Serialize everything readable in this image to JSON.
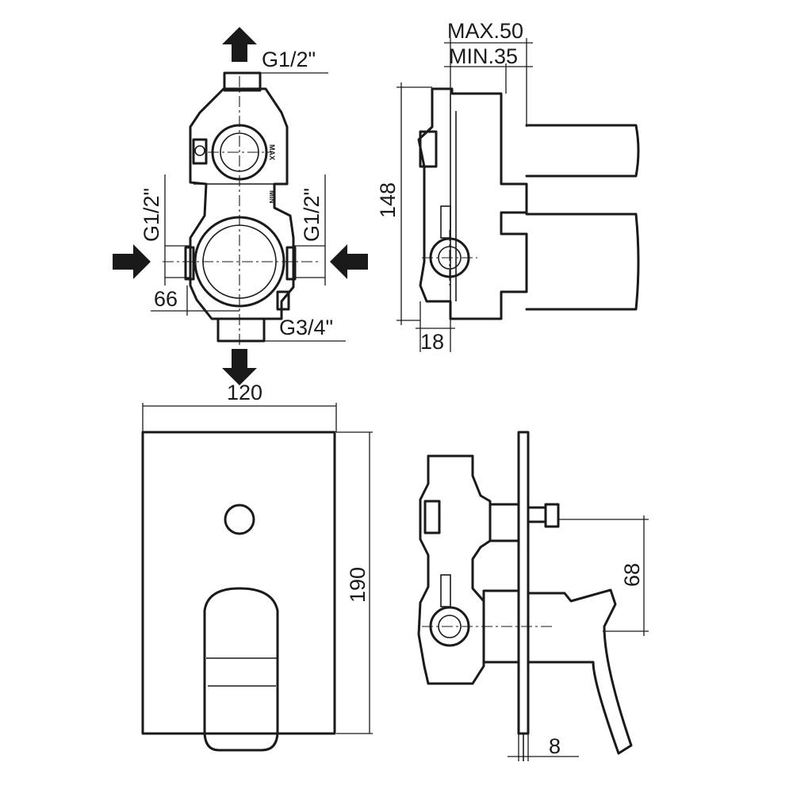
{
  "labels": {
    "top_outlet": "G1/2\"",
    "left_inlet": "G1/2\"",
    "right_inlet": "G1/2\"",
    "bottom_outlet": "G3/4\"",
    "width_66": "66",
    "max_depth": "MAX.50",
    "min_depth": "MIN.35",
    "height_148": "148",
    "depth_18": "18",
    "width_120": "120",
    "height_190": "190",
    "offset_68": "68",
    "plate_8": "8",
    "mark_max": "MAX",
    "mark_min": "MIN"
  }
}
